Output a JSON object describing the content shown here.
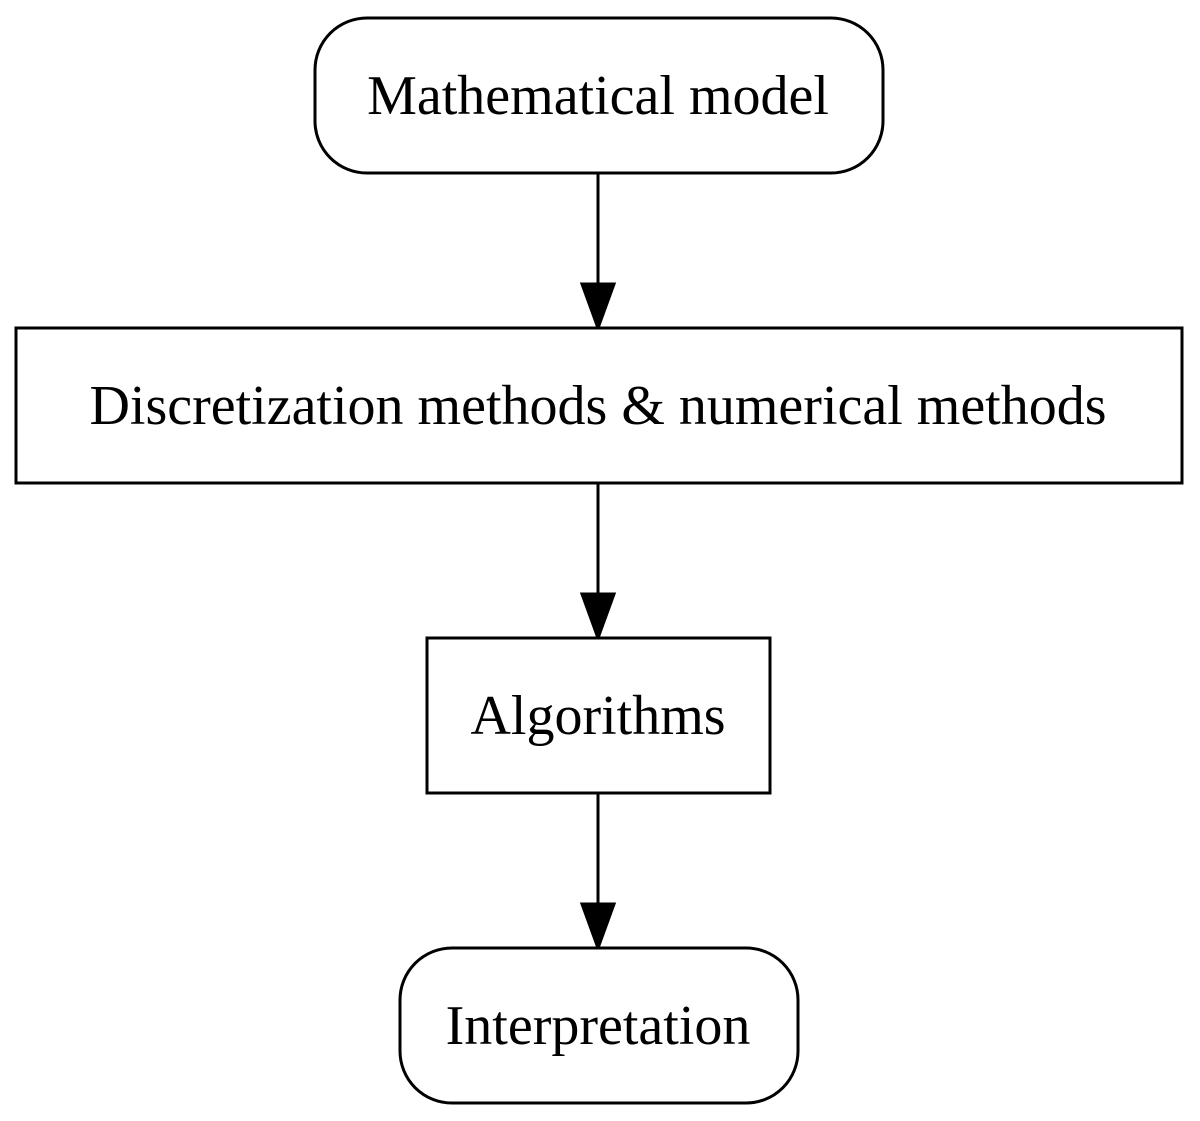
{
  "diagram": {
    "nodes": [
      {
        "id": "mathematical-model",
        "label": "Mathematical model",
        "shape": "rounded-rect"
      },
      {
        "id": "discretization-methods",
        "label": "Discretization methods & numerical methods",
        "shape": "rect"
      },
      {
        "id": "algorithms",
        "label": "Algorithms",
        "shape": "rect"
      },
      {
        "id": "interpretation",
        "label": "Interpretation",
        "shape": "rounded-rect"
      }
    ],
    "edges": [
      {
        "from": "mathematical-model",
        "to": "discretization-methods"
      },
      {
        "from": "discretization-methods",
        "to": "algorithms"
      },
      {
        "from": "algorithms",
        "to": "interpretation"
      }
    ],
    "colors": {
      "stroke": "#000000",
      "fill": "#ffffff",
      "text": "#000000"
    }
  }
}
